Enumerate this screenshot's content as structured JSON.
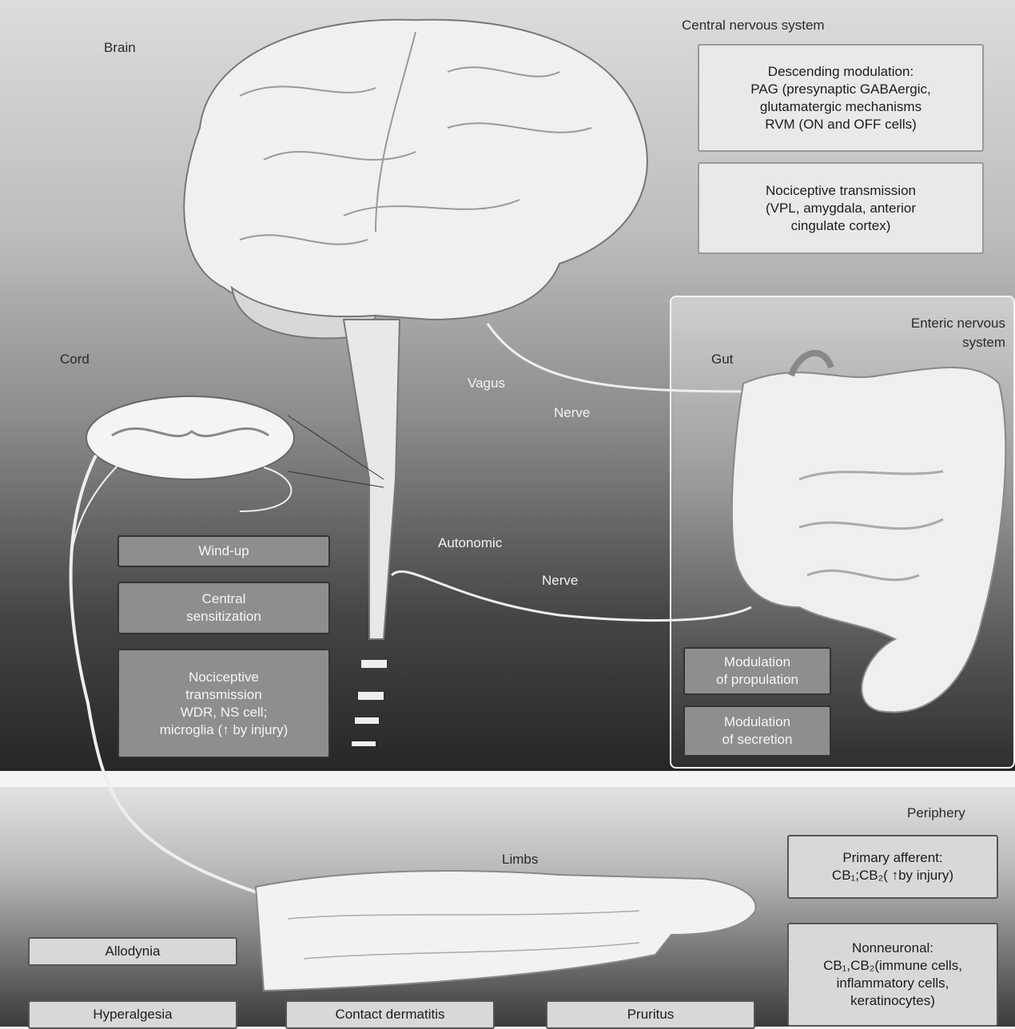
{
  "labels": {
    "brain": "Brain",
    "cns": "Central nervous system",
    "cord": "Cord",
    "vagus": "Vagus",
    "vagus_nerve": "Nerve",
    "autonomic": "Autonomic",
    "autonomic_nerve": "Nerve",
    "enteric": "Enteric nervous\nsystem",
    "gut": "Gut",
    "periphery": "Periphery",
    "limbs": "Limbs"
  },
  "boxes": {
    "descending": "Descending modulation:\nPAG (presynaptic GABAergic,\nglutamatergic mechanisms\nRVM (ON and OFF cells)",
    "nociceptive_brain": "Nociceptive transmission\n(VPL, amygdala, anterior\ncingulate cortex)",
    "windup": "Wind-up",
    "central_sens": "Central\nsensitization",
    "nociceptive_cord": "Nociceptive\ntransmission\nWDR, NS cell;\nmicroglia (↑ by injury)",
    "propulsion": "Modulation\nof propulation",
    "secretion": "Modulation\nof secretion",
    "primary_afferent": "Primary afferent:\nCB₁;CB₂( ↑by injury)",
    "nonneuronal": "Nonneuronal:\nCB₁,CB₂(immune cells,\ninflammatory cells,\nkeratinocytes)",
    "allodynia": "Allodynia",
    "hyperalgesia": "Hyperalgesia",
    "contact_dermatitis": "Contact dermatitis",
    "pruritus": "Pruritus"
  }
}
